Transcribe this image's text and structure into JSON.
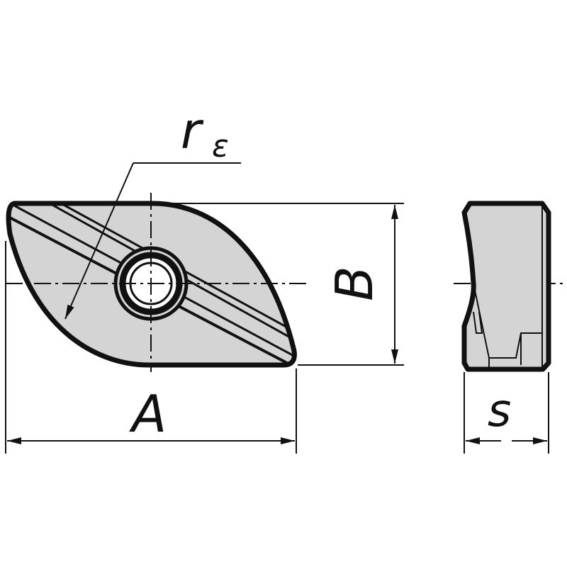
{
  "labels": {
    "corner_radius": "r",
    "corner_radius_sub": "ε",
    "length": "A",
    "width": "B",
    "thickness": "s"
  },
  "colors": {
    "stroke": "#111111",
    "face": "#d4d4d4",
    "background": "#ffffff"
  }
}
